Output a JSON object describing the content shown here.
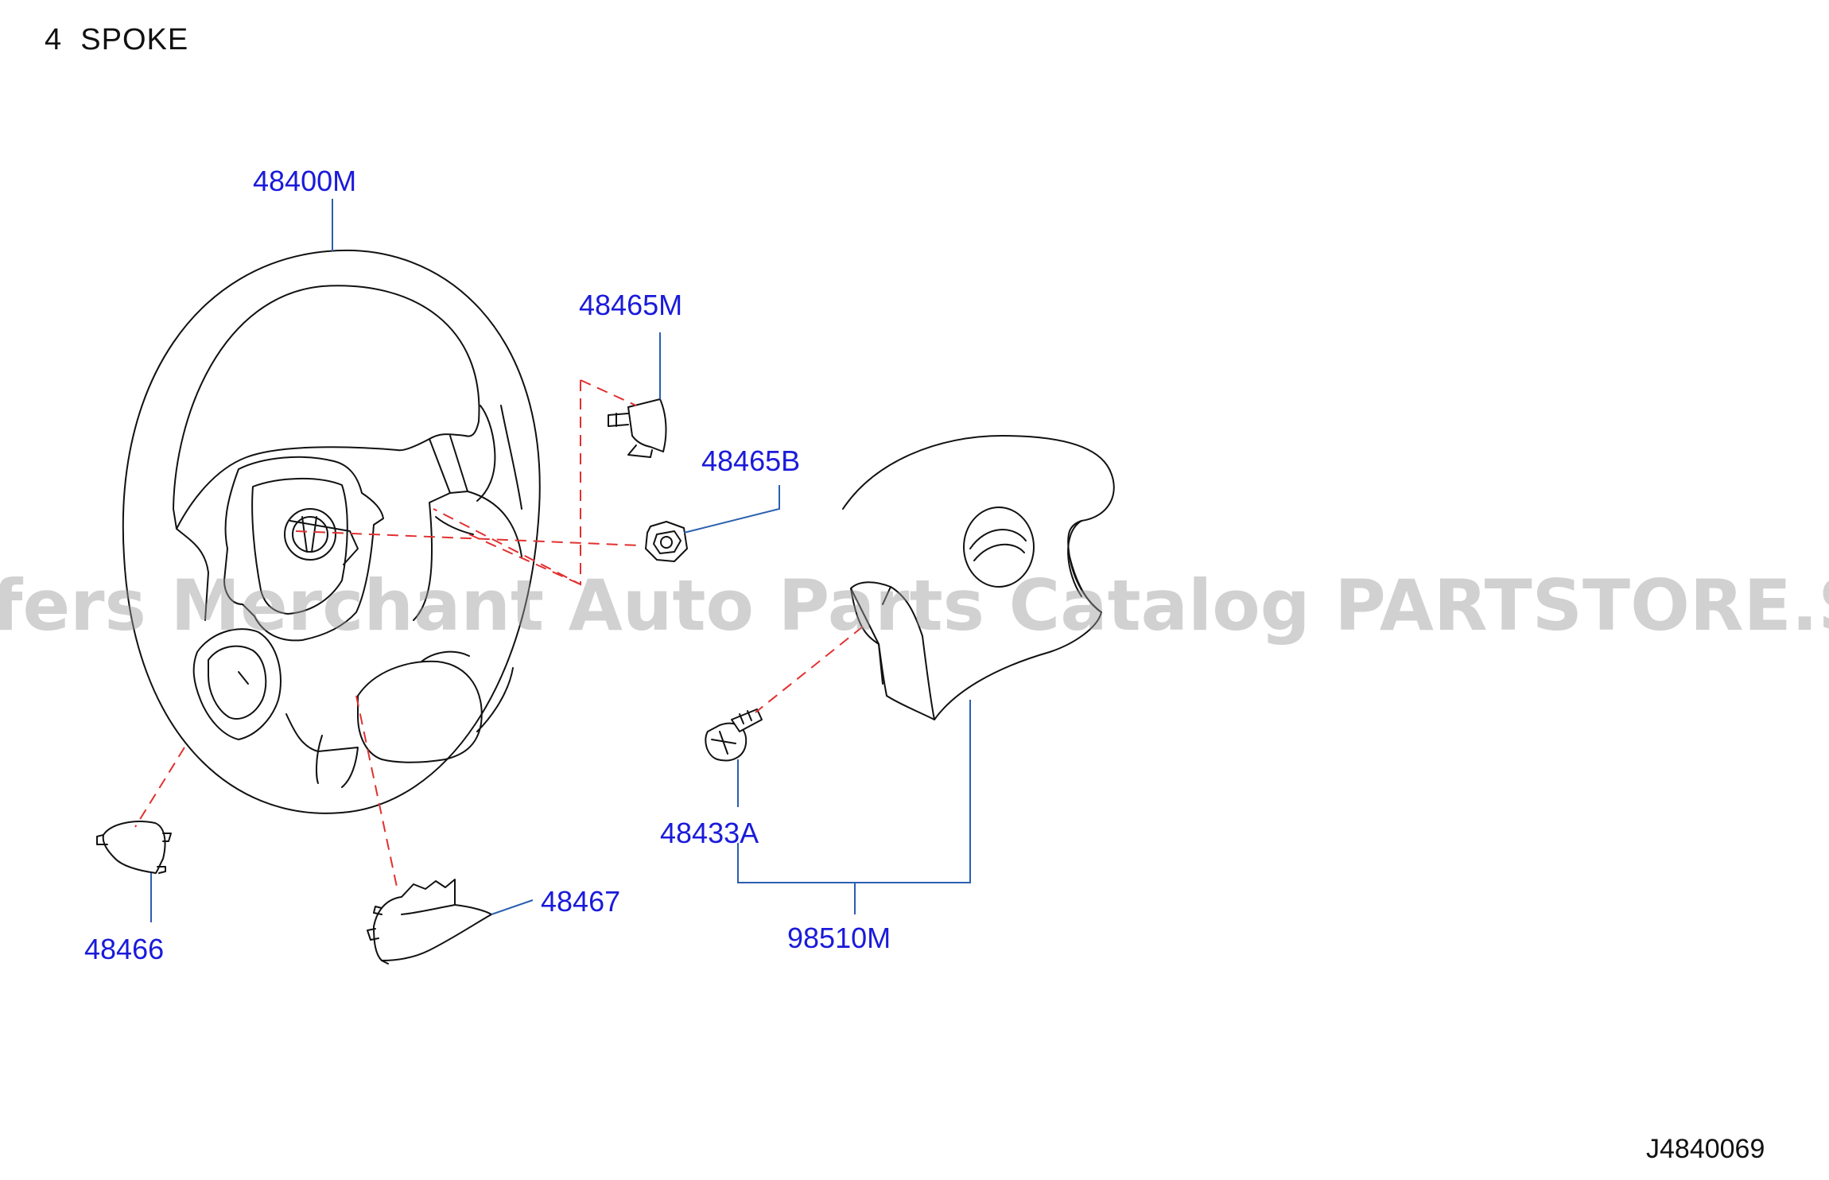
{
  "diagram": {
    "title": "4  SPOKE",
    "code": "J4840069",
    "watermark": "Offers Merchant Auto Parts Catalog PARTSTORE.SA",
    "colors": {
      "label": "#1a1adb",
      "leader": "#2a5fb0",
      "dashed_connector": "#e23030",
      "line_art": "#111111"
    },
    "parts": [
      {
        "number": "48400M",
        "name": "steering-wheel"
      },
      {
        "number": "48465M",
        "name": "clip"
      },
      {
        "number": "48465B",
        "name": "nut"
      },
      {
        "number": "48466",
        "name": "side-cover"
      },
      {
        "number": "48467",
        "name": "lower-finisher"
      },
      {
        "number": "48433A",
        "name": "bolt"
      },
      {
        "number": "98510M",
        "name": "airbag-module"
      }
    ]
  }
}
